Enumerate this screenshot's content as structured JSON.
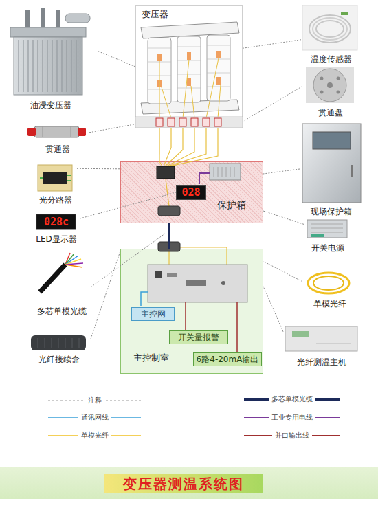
{
  "diagram": {
    "title": "变压器测温系统图",
    "nodes": [
      {
        "text": [
          "变压器"
        ]
      },
      {
        "text": [
          "油浸变压器"
        ]
      },
      {
        "text": [
          "温度传感器"
        ]
      },
      {
        "text": [
          "贯通盘"
        ]
      },
      {
        "text": [
          "贯通器"
        ]
      },
      {
        "text": [
          "保护箱"
        ]
      },
      {
        "text": [
          "028"
        ],
        "in": 5
      },
      {
        "text": [
          "光分路器"
        ]
      },
      {
        "text": [
          "现场保护箱"
        ]
      },
      {
        "text": [
          "LED显示器"
        ]
      },
      {
        "text": [
          "开关电源"
        ]
      },
      {
        "text": [
          "多芯单模光缆"
        ]
      },
      {
        "text": [
          "主控制室"
        ]
      },
      {
        "text": [
          "主控网"
        ],
        "in": 12
      },
      {
        "text": [
          "单模光纤"
        ]
      },
      {
        "text": [
          "开关量报警"
        ],
        "in": 12
      },
      {
        "text": [
          "光纤接续盒"
        ]
      },
      {
        "text": [
          "6路4-20mA输出"
        ],
        "in": 12
      },
      {
        "text": [
          "光纤测温主机"
        ]
      }
    ],
    "edges": [
      {
        "from": 1,
        "to": 0,
        "arrow": "none"
      },
      {
        "from": 2,
        "to": 0,
        "arrow": "none"
      },
      {
        "from": 3,
        "to": 0,
        "arrow": "none"
      },
      {
        "from": 4,
        "to": 0,
        "arrow": "none"
      },
      {
        "from": 0,
        "to": 5,
        "arrow": "none"
      },
      {
        "from": 7,
        "to": 5,
        "arrow": "none"
      },
      {
        "from": 8,
        "to": 5,
        "arrow": "none"
      },
      {
        "from": 9,
        "to": 6,
        "arrow": "none"
      },
      {
        "from": 10,
        "to": 5,
        "arrow": "none"
      },
      {
        "from": 5,
        "to": 12,
        "arrow": "none"
      },
      {
        "from": 14,
        "to": 12,
        "arrow": "none"
      },
      {
        "from": 16,
        "to": 12,
        "arrow": "none"
      },
      {
        "from": 18,
        "to": 12,
        "arrow": "none"
      }
    ],
    "labels": [
      "028c"
    ],
    "legend": [
      {
        "text": "注释"
      },
      {
        "text": "多芯单模光缆"
      },
      {
        "text": "通讯网线"
      },
      {
        "text": "工业专用电线"
      },
      {
        "text": "单模光纤"
      },
      {
        "text": "并口输出线"
      }
    ]
  }
}
